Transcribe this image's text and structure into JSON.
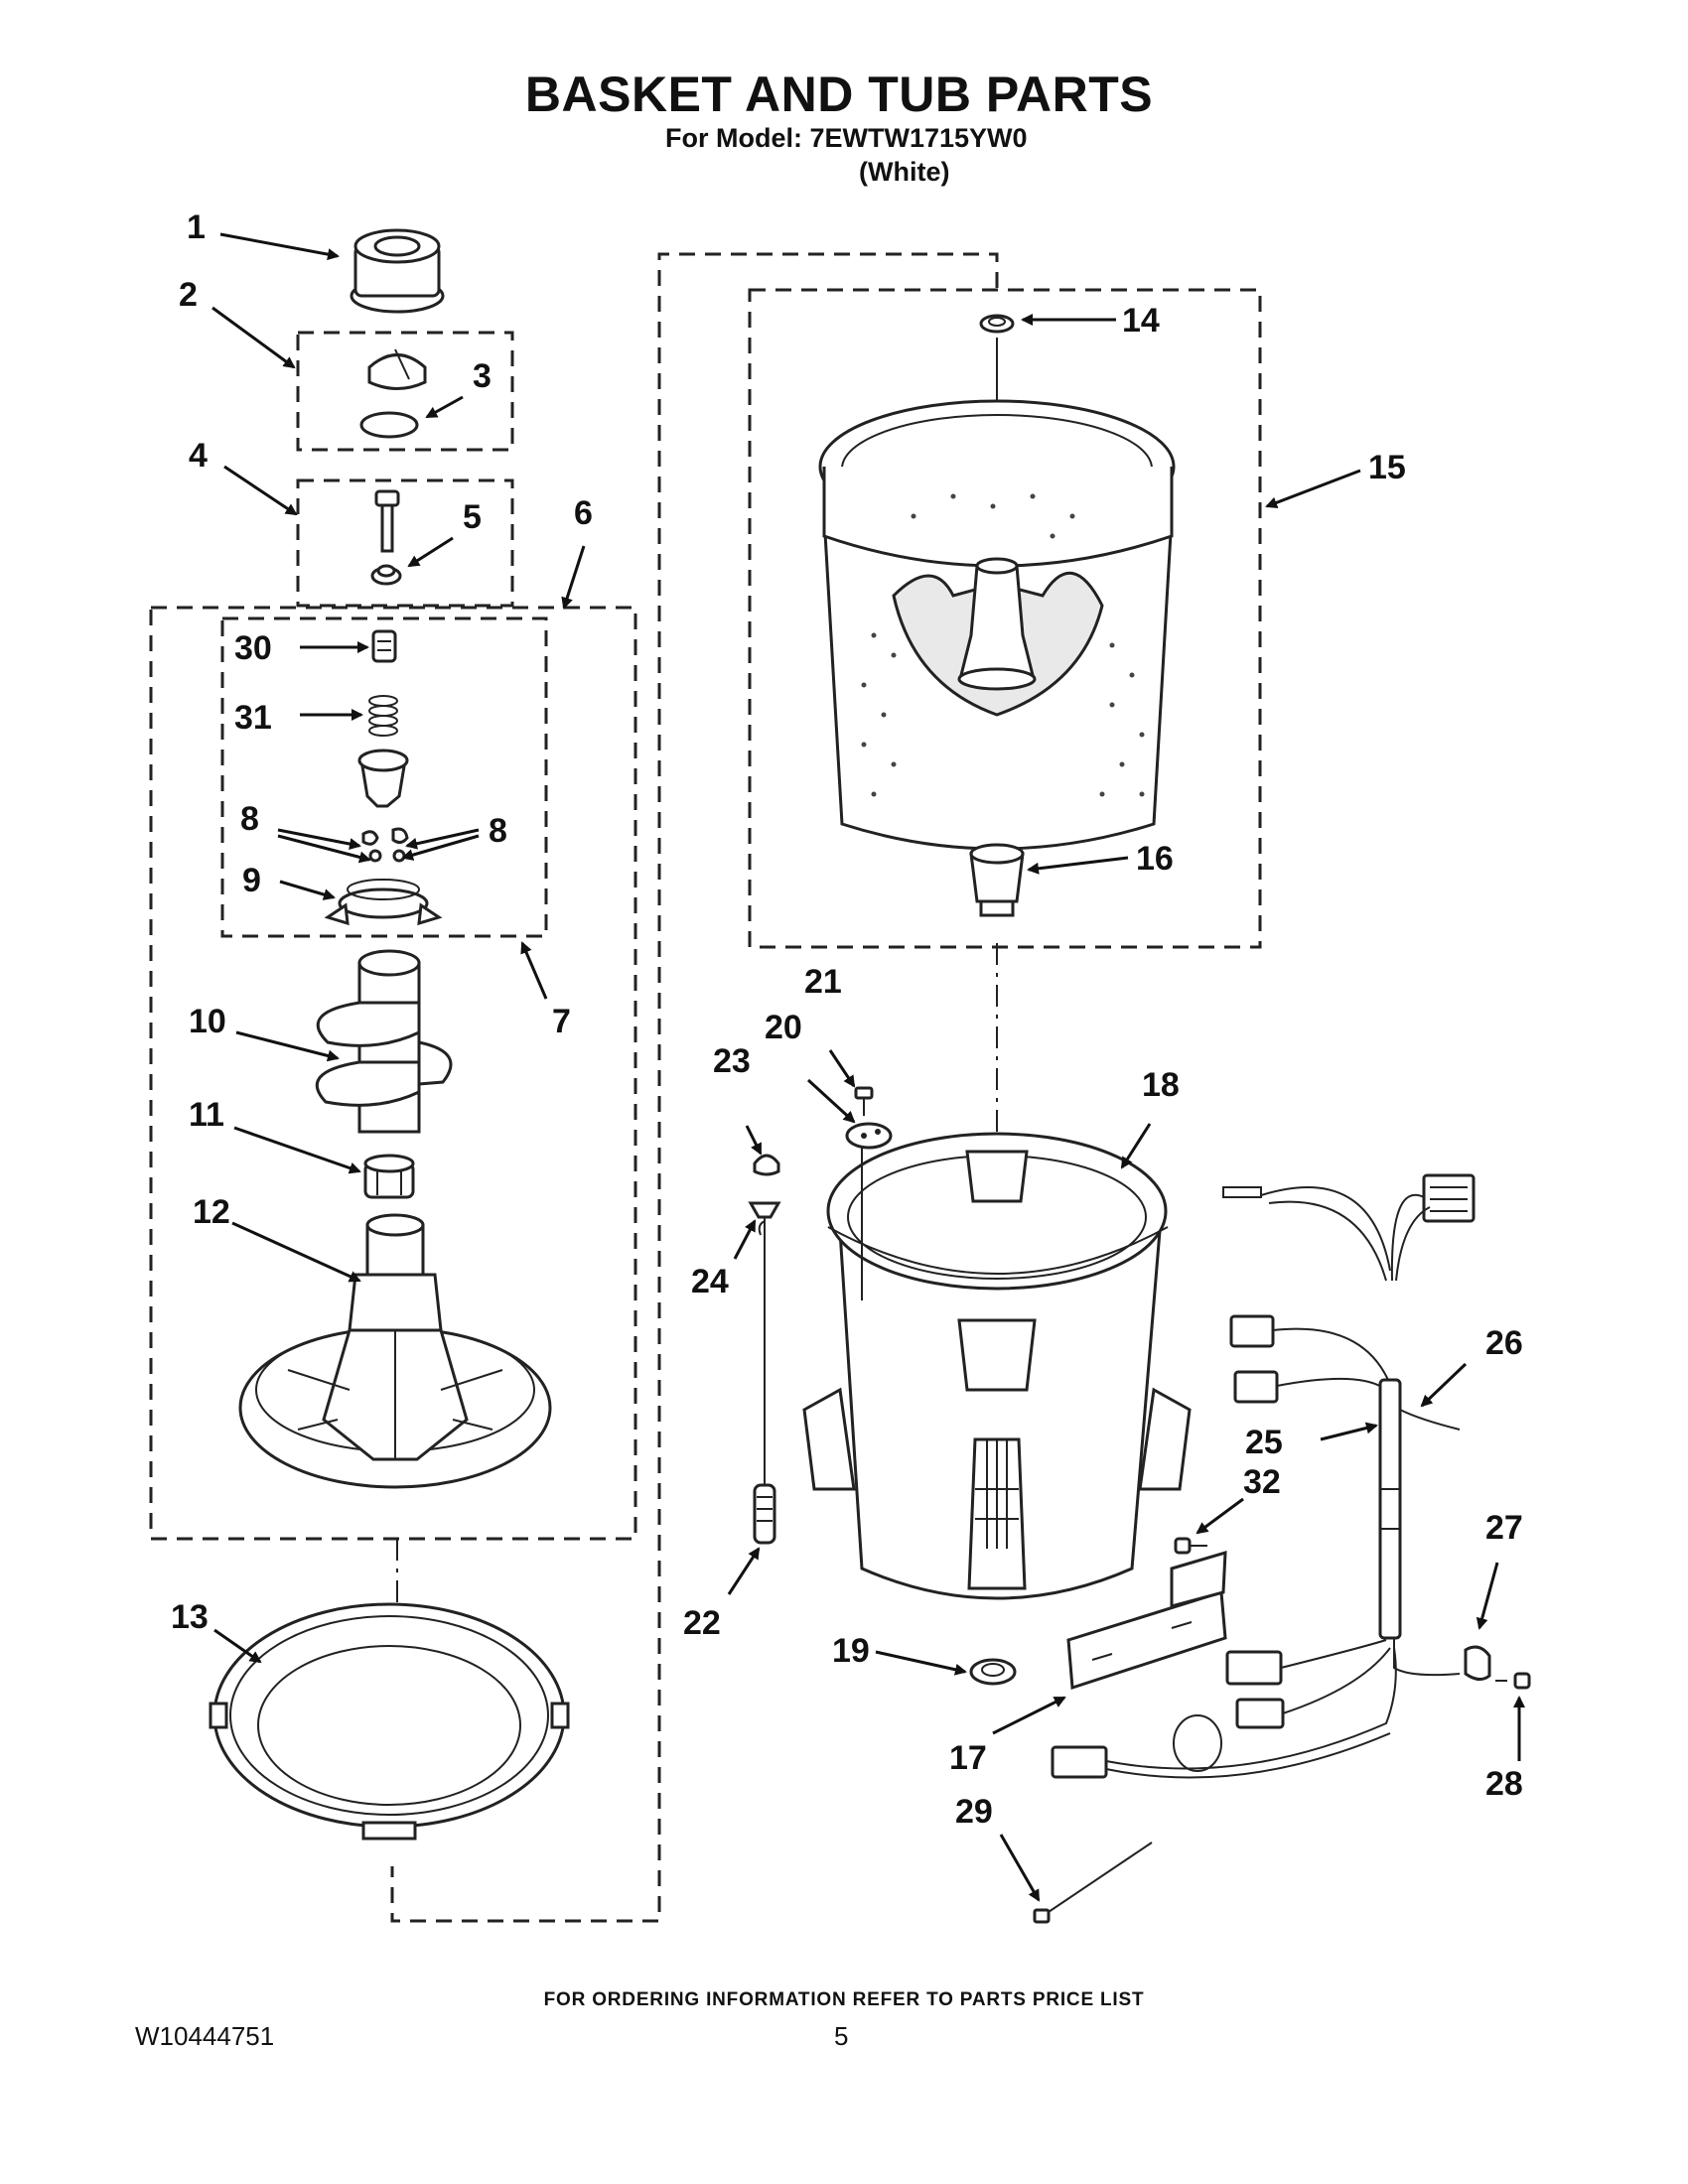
{
  "header": {
    "title": "BASKET AND TUB PARTS",
    "model_line": "For Model: 7EWTW1715YW0",
    "color_line": "(White)"
  },
  "callouts": [
    "1",
    "2",
    "3",
    "4",
    "5",
    "6",
    "7",
    "8",
    "8",
    "9",
    "10",
    "11",
    "12",
    "13",
    "14",
    "15",
    "16",
    "17",
    "18",
    "19",
    "20",
    "21",
    "22",
    "23",
    "24",
    "25",
    "26",
    "27",
    "28",
    "29",
    "30",
    "31",
    "32"
  ],
  "footer": {
    "ordering_note": "FOR ORDERING INFORMATION REFER TO PARTS PRICE LIST",
    "doc_number": "W10444751",
    "page_number": "5"
  }
}
